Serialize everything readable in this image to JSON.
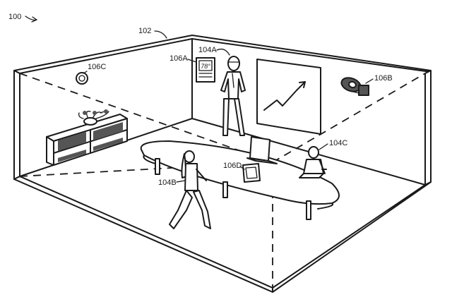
{
  "figure": {
    "ref_system": "100",
    "ref_room": "102",
    "ref_person_a": "104A",
    "ref_person_b": "104B",
    "ref_person_c": "104C",
    "ref_thermostat": "106A",
    "ref_camera": "106B",
    "ref_sensor": "106C",
    "ref_tablet": "106D",
    "thermostat_display": "78°"
  }
}
